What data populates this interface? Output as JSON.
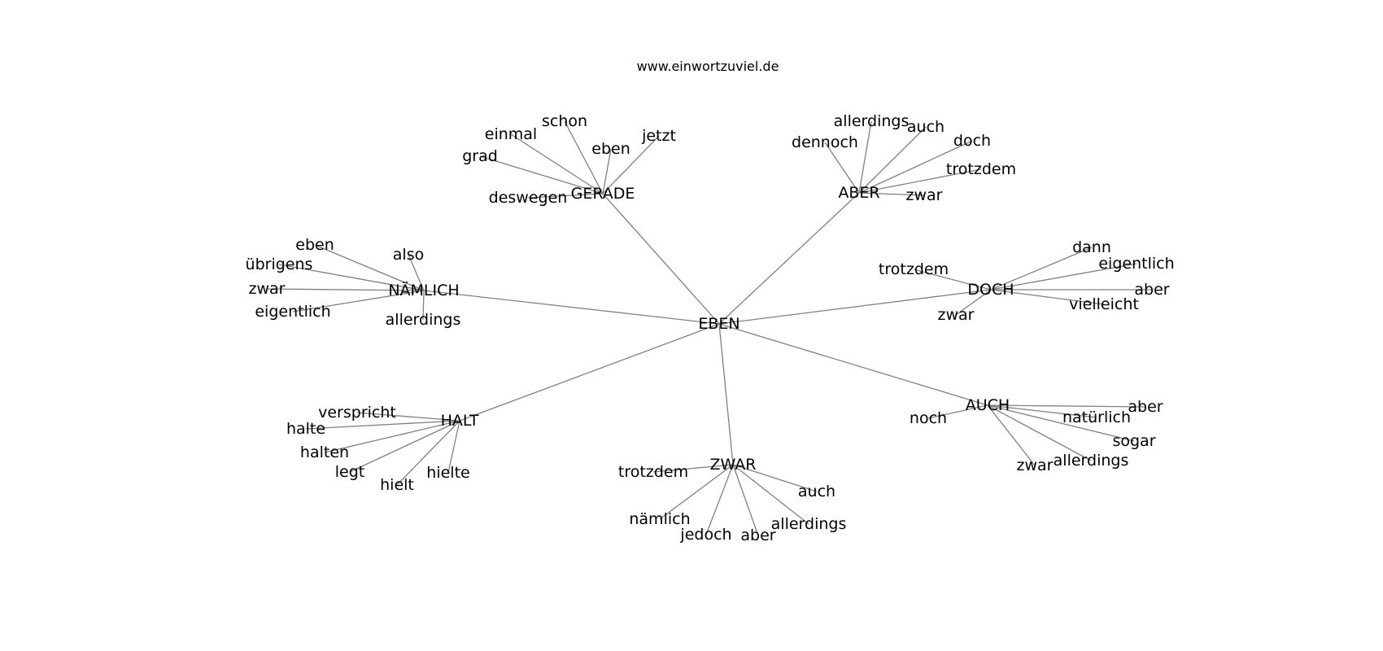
{
  "site": "www.einwortzuviel.de",
  "colors": {
    "edge": "#808080",
    "text": "#000000",
    "background": "#ffffff"
  },
  "graph": {
    "root": "EBEN",
    "nodes": [
      {
        "id": "eben_root",
        "label": "EBEN"
      },
      {
        "id": "gerade",
        "label": "GERADE"
      },
      {
        "id": "aber_hub",
        "label": "ABER"
      },
      {
        "id": "namlich",
        "label": "NÄMLICH"
      },
      {
        "id": "doch_hub",
        "label": "DOCH"
      },
      {
        "id": "halt",
        "label": "HALT"
      },
      {
        "id": "zwar_hub",
        "label": "ZWAR"
      },
      {
        "id": "auch_hub",
        "label": "AUCH"
      },
      {
        "id": "g_schon",
        "label": "schon"
      },
      {
        "id": "g_einmal",
        "label": "einmal"
      },
      {
        "id": "g_eben",
        "label": "eben"
      },
      {
        "id": "g_jetzt",
        "label": "jetzt"
      },
      {
        "id": "g_grad",
        "label": "grad"
      },
      {
        "id": "g_deswegen",
        "label": "deswegen"
      },
      {
        "id": "a_allerdings",
        "label": "allerdings"
      },
      {
        "id": "a_auch",
        "label": "auch"
      },
      {
        "id": "a_dennoch",
        "label": "dennoch"
      },
      {
        "id": "a_doch",
        "label": "doch"
      },
      {
        "id": "a_trotzdem",
        "label": "trotzdem"
      },
      {
        "id": "a_zwar",
        "label": "zwar"
      },
      {
        "id": "n_eben",
        "label": "eben"
      },
      {
        "id": "n_also",
        "label": "also"
      },
      {
        "id": "n_ubrigens",
        "label": "übrigens"
      },
      {
        "id": "n_zwar",
        "label": "zwar"
      },
      {
        "id": "n_eigentlich",
        "label": "eigentlich"
      },
      {
        "id": "n_allerdings",
        "label": "allerdings"
      },
      {
        "id": "d_dann",
        "label": "dann"
      },
      {
        "id": "d_eigentlich",
        "label": "eigentlich"
      },
      {
        "id": "d_trotzdem",
        "label": "trotzdem"
      },
      {
        "id": "d_aber",
        "label": "aber"
      },
      {
        "id": "d_vielleicht",
        "label": "vielleicht"
      },
      {
        "id": "d_zwar",
        "label": "zwar"
      },
      {
        "id": "h_verspricht",
        "label": "verspricht"
      },
      {
        "id": "h_halte",
        "label": "halte"
      },
      {
        "id": "h_halten",
        "label": "halten"
      },
      {
        "id": "h_legt",
        "label": "legt"
      },
      {
        "id": "h_hielt",
        "label": "hielt"
      },
      {
        "id": "h_hielte",
        "label": "hielte"
      },
      {
        "id": "z_trotzdem",
        "label": "trotzdem"
      },
      {
        "id": "z_auch",
        "label": "auch"
      },
      {
        "id": "z_namlich",
        "label": "nämlich"
      },
      {
        "id": "z_jedoch",
        "label": "jedoch"
      },
      {
        "id": "z_aber",
        "label": "aber"
      },
      {
        "id": "z_allerdings",
        "label": "allerdings"
      },
      {
        "id": "u_noch",
        "label": "noch"
      },
      {
        "id": "u_aber",
        "label": "aber"
      },
      {
        "id": "u_naturlich",
        "label": "natürlich"
      },
      {
        "id": "u_sogar",
        "label": "sogar"
      },
      {
        "id": "u_zwar",
        "label": "zwar"
      },
      {
        "id": "u_allerdings",
        "label": "allerdings"
      }
    ],
    "edges": [
      [
        "eben_root",
        "gerade"
      ],
      [
        "eben_root",
        "aber_hub"
      ],
      [
        "eben_root",
        "namlich"
      ],
      [
        "eben_root",
        "doch_hub"
      ],
      [
        "eben_root",
        "halt"
      ],
      [
        "eben_root",
        "zwar_hub"
      ],
      [
        "eben_root",
        "auch_hub"
      ],
      [
        "gerade",
        "g_schon"
      ],
      [
        "gerade",
        "g_einmal"
      ],
      [
        "gerade",
        "g_eben"
      ],
      [
        "gerade",
        "g_jetzt"
      ],
      [
        "gerade",
        "g_grad"
      ],
      [
        "gerade",
        "g_deswegen"
      ],
      [
        "aber_hub",
        "a_allerdings"
      ],
      [
        "aber_hub",
        "a_auch"
      ],
      [
        "aber_hub",
        "a_dennoch"
      ],
      [
        "aber_hub",
        "a_doch"
      ],
      [
        "aber_hub",
        "a_trotzdem"
      ],
      [
        "aber_hub",
        "a_zwar"
      ],
      [
        "namlich",
        "n_eben"
      ],
      [
        "namlich",
        "n_also"
      ],
      [
        "namlich",
        "n_ubrigens"
      ],
      [
        "namlich",
        "n_zwar"
      ],
      [
        "namlich",
        "n_eigentlich"
      ],
      [
        "namlich",
        "n_allerdings"
      ],
      [
        "doch_hub",
        "d_dann"
      ],
      [
        "doch_hub",
        "d_eigentlich"
      ],
      [
        "doch_hub",
        "d_trotzdem"
      ],
      [
        "doch_hub",
        "d_aber"
      ],
      [
        "doch_hub",
        "d_vielleicht"
      ],
      [
        "doch_hub",
        "d_zwar"
      ],
      [
        "halt",
        "h_verspricht"
      ],
      [
        "halt",
        "h_halte"
      ],
      [
        "halt",
        "h_halten"
      ],
      [
        "halt",
        "h_legt"
      ],
      [
        "halt",
        "h_hielt"
      ],
      [
        "halt",
        "h_hielte"
      ],
      [
        "zwar_hub",
        "z_trotzdem"
      ],
      [
        "zwar_hub",
        "z_auch"
      ],
      [
        "zwar_hub",
        "z_namlich"
      ],
      [
        "zwar_hub",
        "z_jedoch"
      ],
      [
        "zwar_hub",
        "z_aber"
      ],
      [
        "zwar_hub",
        "z_allerdings"
      ],
      [
        "auch_hub",
        "u_noch"
      ],
      [
        "auch_hub",
        "u_aber"
      ],
      [
        "auch_hub",
        "u_naturlich"
      ],
      [
        "auch_hub",
        "u_sogar"
      ],
      [
        "auch_hub",
        "u_zwar"
      ],
      [
        "auch_hub",
        "u_allerdings"
      ]
    ]
  }
}
